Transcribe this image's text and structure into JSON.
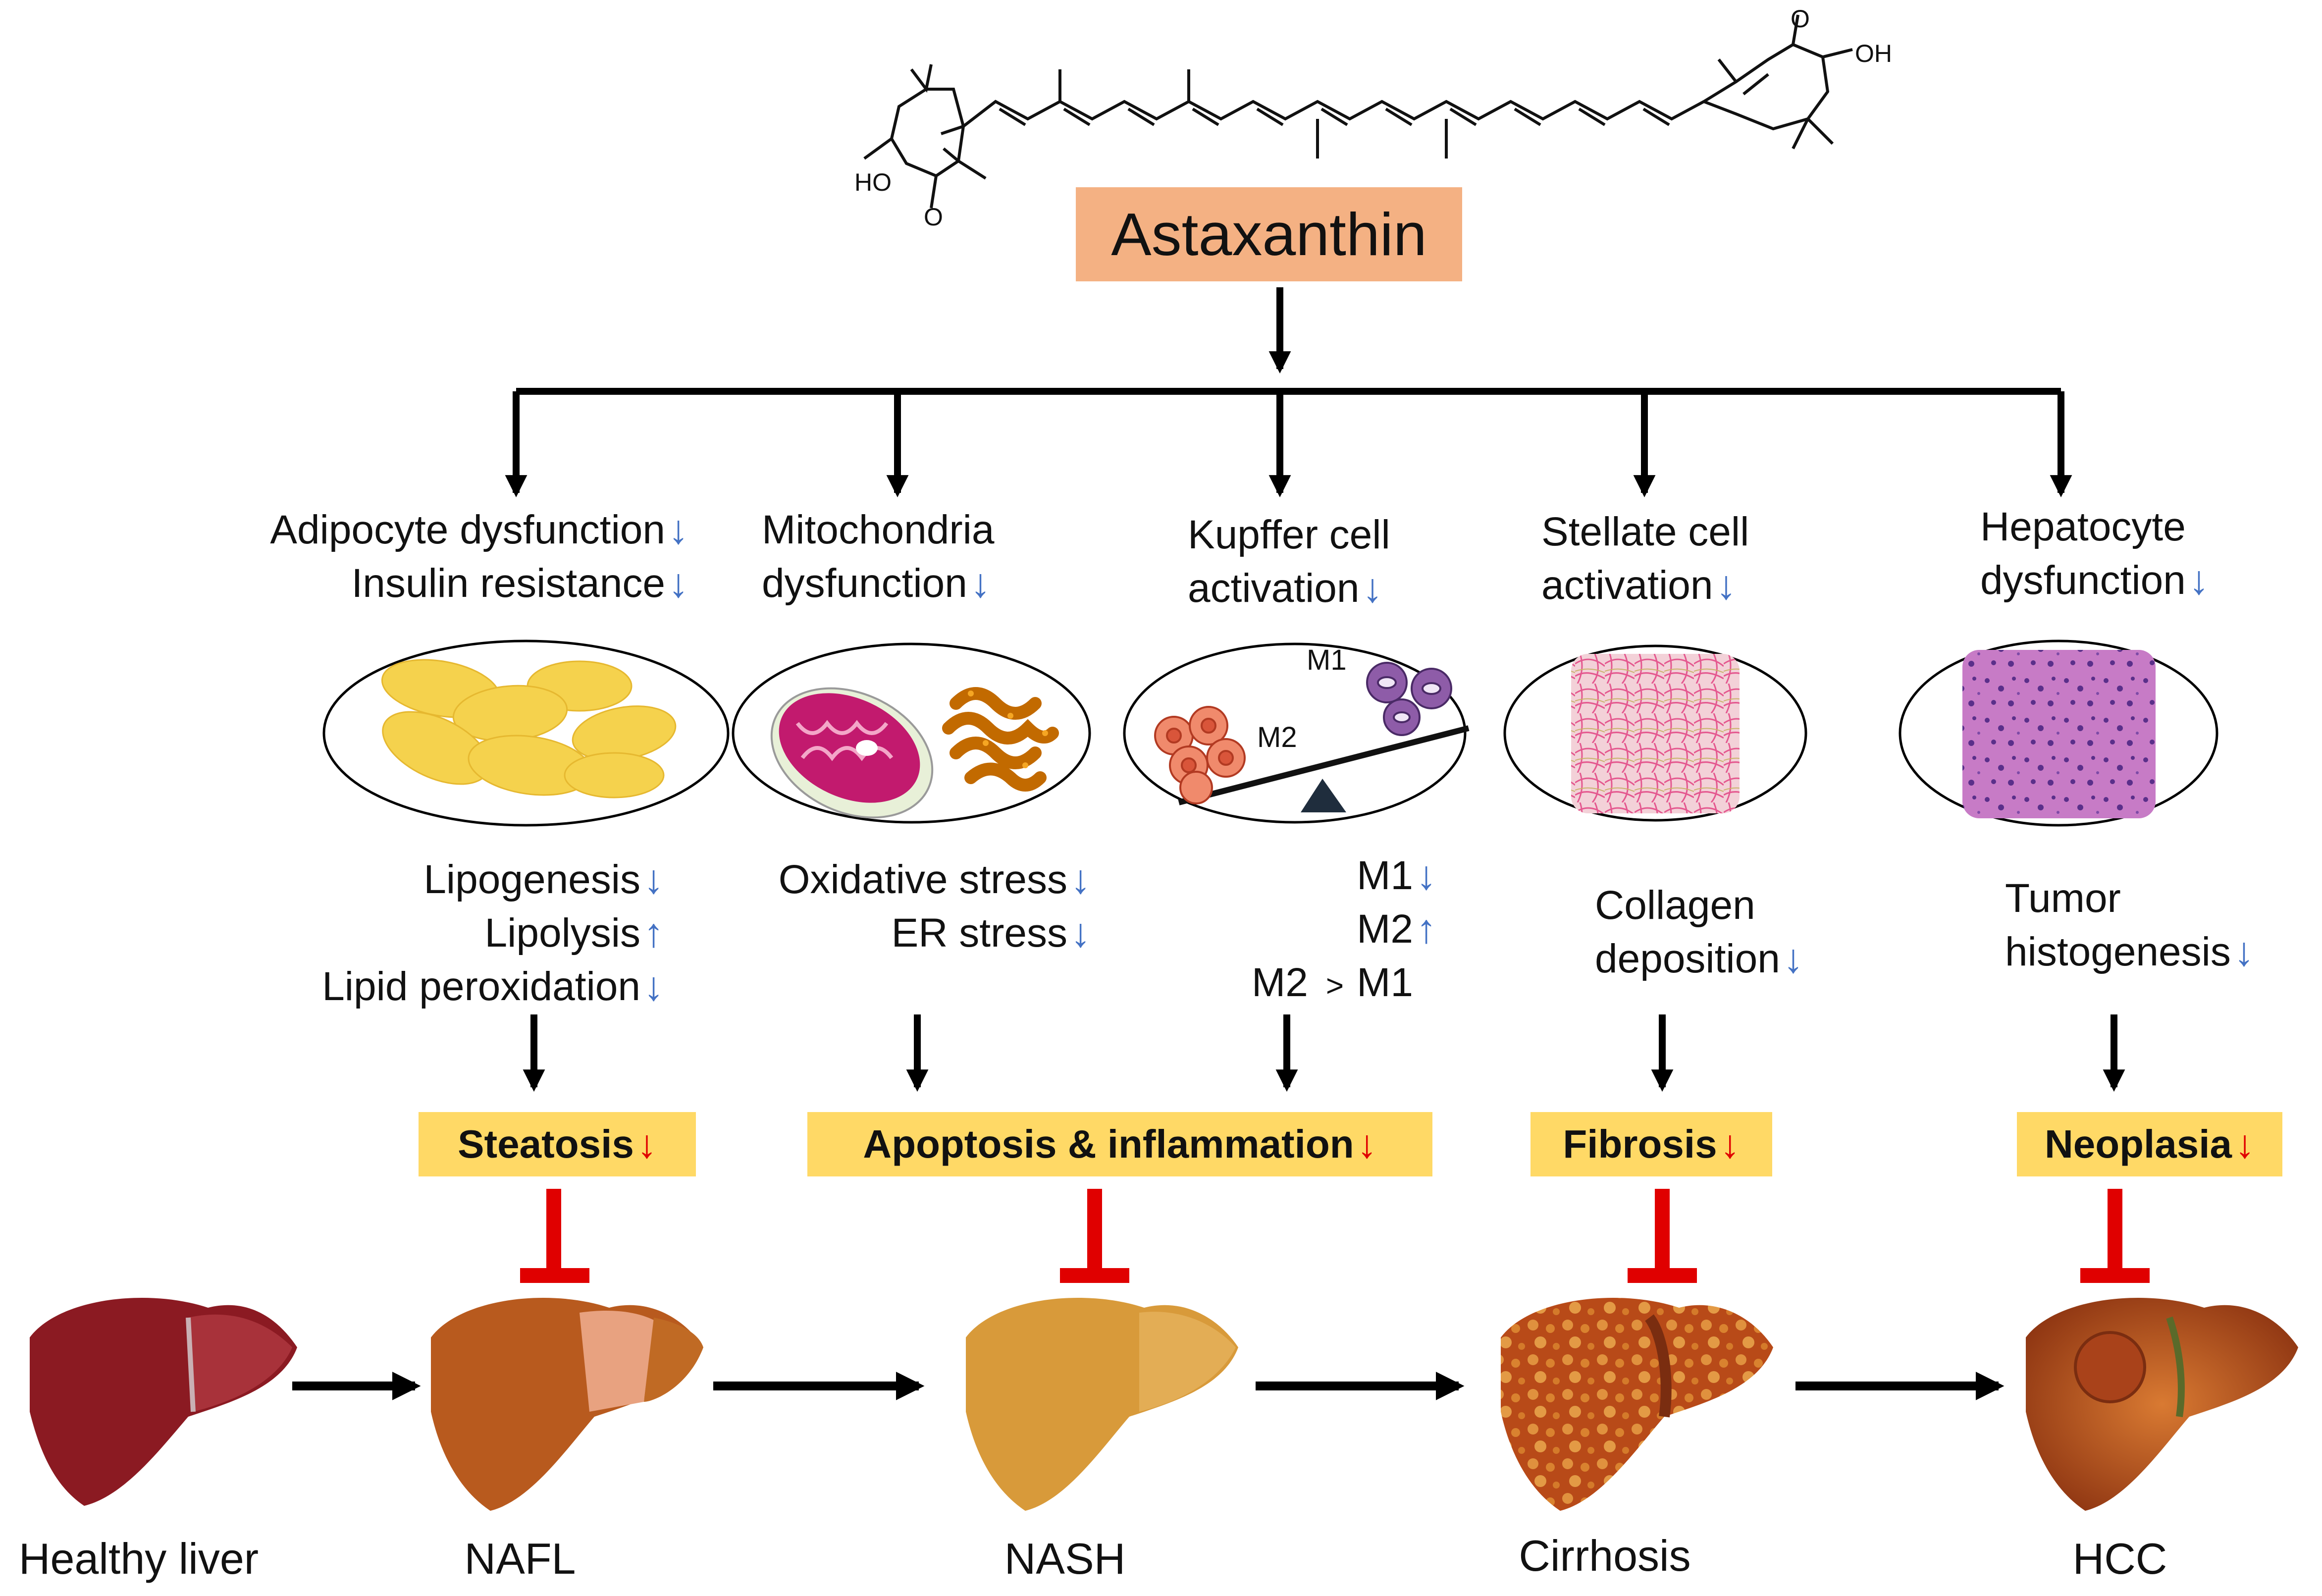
{
  "title": "Astaxanthin",
  "molecule": {
    "ho_left": "HO",
    "o_left": "O",
    "oh_right": "OH",
    "o_right": "O"
  },
  "mechanisms": [
    {
      "lines": [
        "Adipocyte dysfunction",
        "Insulin resistance"
      ],
      "arrows": [
        "down",
        "down"
      ]
    },
    {
      "lines": [
        "Mitochondria",
        "dysfunction"
      ],
      "arrows": [
        "",
        "down"
      ]
    },
    {
      "lines": [
        "Kupffer cell",
        "activation"
      ],
      "arrows": [
        "",
        "down"
      ]
    },
    {
      "lines": [
        "Stellate cell",
        "activation"
      ],
      "arrows": [
        "",
        "down"
      ]
    },
    {
      "lines": [
        "Hepatocyte",
        "dysfunction"
      ],
      "arrows": [
        "",
        "down"
      ]
    }
  ],
  "kupffer_labels": {
    "m1": "M1",
    "m2": "M2"
  },
  "effects": {
    "adipocyte": [
      {
        "text": "Lipogenesis",
        "arrow": "down"
      },
      {
        "text": "Lipolysis",
        "arrow": "up"
      },
      {
        "text": "Lipid peroxidation",
        "arrow": "down"
      }
    ],
    "mitochondria": [
      {
        "text": "Oxidative stress",
        "arrow": "down"
      },
      {
        "text": "ER stress",
        "arrow": "down"
      }
    ],
    "kupffer": [
      {
        "text": "M1",
        "arrow": "down"
      },
      {
        "text": "M2",
        "arrow": "up"
      }
    ],
    "kupffer_ratio": {
      "left": "M2",
      "op": ">",
      "right": "M1"
    },
    "stellate": [
      {
        "text": "Collagen",
        "arrow": ""
      },
      {
        "text": "deposition",
        "arrow": "down"
      }
    ],
    "hepatocyte": [
      {
        "text": "Tumor",
        "arrow": ""
      },
      {
        "text": "histogenesis",
        "arrow": "down"
      }
    ]
  },
  "outcomes": [
    "Steatosis",
    "Apoptosis & inflammation",
    "Fibrosis",
    "Neoplasia"
  ],
  "stages": [
    "Healthy liver",
    "NAFL",
    "NASH",
    "Cirrhosis",
    "HCC"
  ],
  "arrow_glyphs": {
    "down": "↓",
    "up": "↑"
  },
  "colors": {
    "title_box": "#f4b183",
    "outcome_box": "#ffd966",
    "arrow_blue": "#4472c4",
    "inhibit_red": "#e00000",
    "healthy_liver": "#8b1a22",
    "nafl_liver": "#b85a1e",
    "nash_liver": "#d89a3a",
    "cirrhosis_liver": "#b84a18",
    "hcc_liver": "#a8481c"
  }
}
